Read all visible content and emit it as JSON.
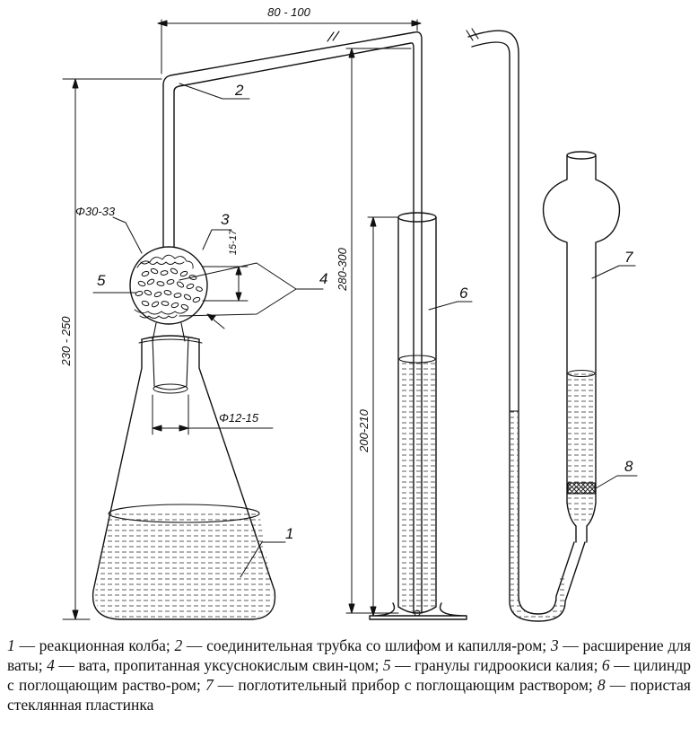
{
  "dimensions": {
    "top_width": "80 - 100",
    "left_height": "230 - 250",
    "bulb_diameter": "Φ30-33",
    "bulb_gap": "15-17",
    "neck_diameter": "Φ12-15",
    "tube_height": "280-300",
    "cylinder_height": "200-210"
  },
  "callouts": [
    "1",
    "2",
    "3",
    "4",
    "5",
    "6",
    "7",
    "8"
  ],
  "caption": [
    {
      "n": "1",
      "text": " — реакционная колба; "
    },
    {
      "n": "2",
      "text": " — соединительная трубка со шлифом и капилля-ром; "
    },
    {
      "n": "3",
      "text": " — расширение для ваты; "
    },
    {
      "n": "4",
      "text": " — вата, пропитанная уксуснокислым свин-цом; "
    },
    {
      "n": "5",
      "text": " — гранулы гидроокиси калия; "
    },
    {
      "n": "6",
      "text": " — цилиндр с поглощающим раство-ром; "
    },
    {
      "n": "7",
      "text": " — поглотительный прибор с поглощающим раствором; "
    },
    {
      "n": "8",
      "text": " — пористая стеклянная пластинка"
    }
  ]
}
